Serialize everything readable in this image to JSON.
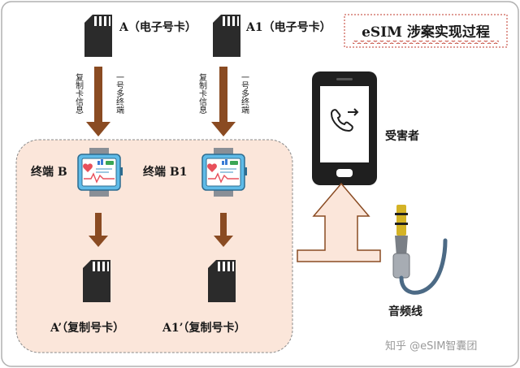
{
  "title": "eSIM 涉案实现过程",
  "sim_a_label": "A（电子号卡）",
  "sim_a1_label": "A1（电子号卡）",
  "copy_text_left": "复制卡信息",
  "multi_text_left": "一号多终端",
  "copy_text_right": "复制卡信息",
  "multi_text_right": "一号多终端",
  "terminal_b_label": "终端 B",
  "terminal_b1_label": "终端 B1",
  "copy_card_a_label": "A’（复制号卡）",
  "copy_card_a1_label": "A1’（复制号卡）",
  "victim_label": "受害者",
  "cable_label": "音频线",
  "watermark": "知乎 @eSIM智囊团",
  "colors": {
    "frame_border": "#b0b0b0",
    "group_fill": "#fbe6da",
    "brown_arrow": "#8a4b22",
    "title_red": "#c0392b",
    "sim_dark": "#2b2b2b",
    "watch_blue": "#59b7e6"
  }
}
